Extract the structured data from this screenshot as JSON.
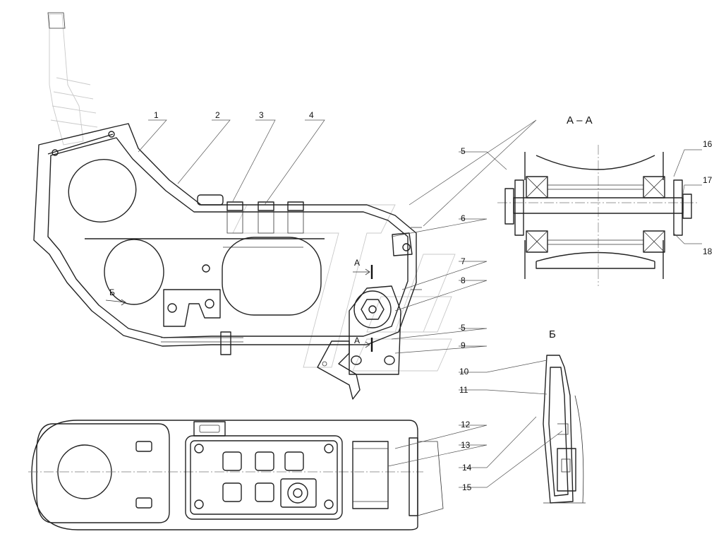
{
  "views": {
    "section_aa": "А – А",
    "view_b": "Б",
    "section_marker": "А",
    "view_marker": "Б"
  },
  "callouts": [
    {
      "id": "c1",
      "label": "1"
    },
    {
      "id": "c2",
      "label": "2"
    },
    {
      "id": "c3",
      "label": "3"
    },
    {
      "id": "c4",
      "label": "4"
    },
    {
      "id": "c5a",
      "label": "5"
    },
    {
      "id": "c6",
      "label": "6"
    },
    {
      "id": "c7",
      "label": "7"
    },
    {
      "id": "c8",
      "label": "8"
    },
    {
      "id": "c5b",
      "label": "5"
    },
    {
      "id": "c9",
      "label": "9"
    },
    {
      "id": "c10",
      "label": "10"
    },
    {
      "id": "c11",
      "label": "11"
    },
    {
      "id": "c12",
      "label": "12"
    },
    {
      "id": "c13",
      "label": "13"
    },
    {
      "id": "c14",
      "label": "14"
    },
    {
      "id": "c15",
      "label": "15"
    },
    {
      "id": "c16",
      "label": "16"
    },
    {
      "id": "c17",
      "label": "17"
    },
    {
      "id": "c18",
      "label": "18"
    }
  ]
}
